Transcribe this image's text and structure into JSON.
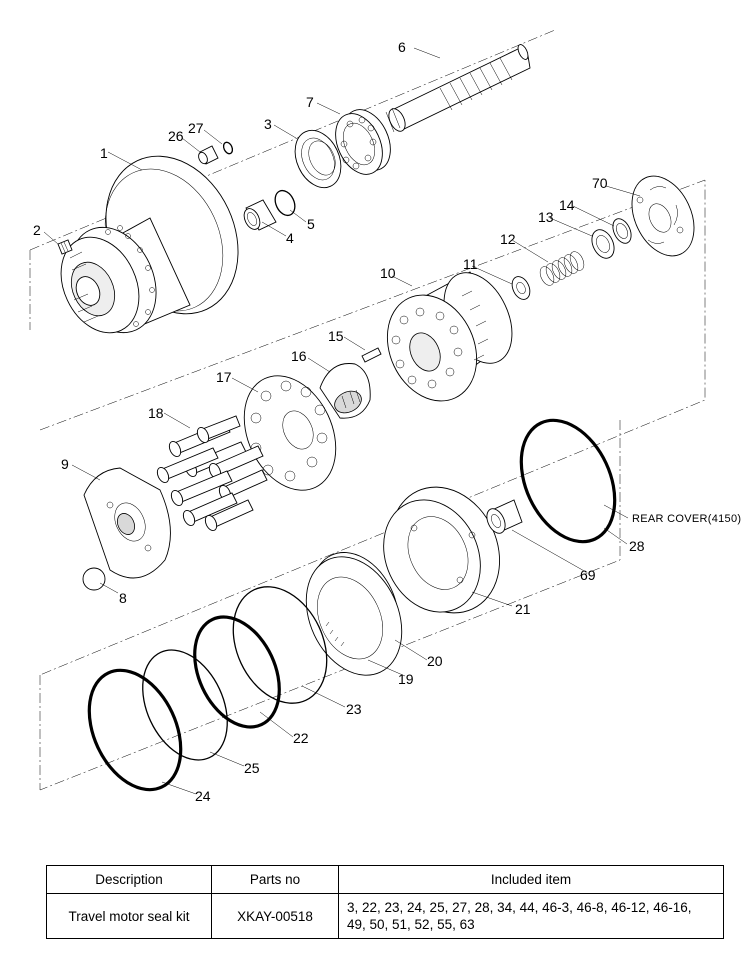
{
  "diagram": {
    "part_labels": {
      "p1": "1",
      "p2": "2",
      "p3": "3",
      "p4": "4",
      "p5": "5",
      "p6": "6",
      "p7": "7",
      "p8": "8",
      "p9": "9",
      "p10": "10",
      "p11": "11",
      "p12": "12",
      "p13": "13",
      "p14": "14",
      "p15": "15",
      "p16": "16",
      "p17": "17",
      "p18": "18",
      "p19": "19",
      "p20": "20",
      "p21": "21",
      "p22": "22",
      "p23": "23",
      "p24": "24",
      "p25": "25",
      "p26": "26",
      "p27": "27",
      "p28": "28",
      "p69": "69",
      "p70": "70"
    },
    "rear_cover_note": "REAR COVER(4150)"
  },
  "table": {
    "headers": {
      "description": "Description",
      "parts_no": "Parts no",
      "included": "Included item"
    },
    "rows": [
      {
        "description": "Travel motor seal kit",
        "parts_no": "XKAY-00518",
        "included_line1": "3, 22, 23, 24, 25, 27, 28, 34, 44, 46-3, 46-8, 46-12, 46-16,",
        "included_line2": "49, 50, 51, 52, 55, 63"
      }
    ]
  }
}
